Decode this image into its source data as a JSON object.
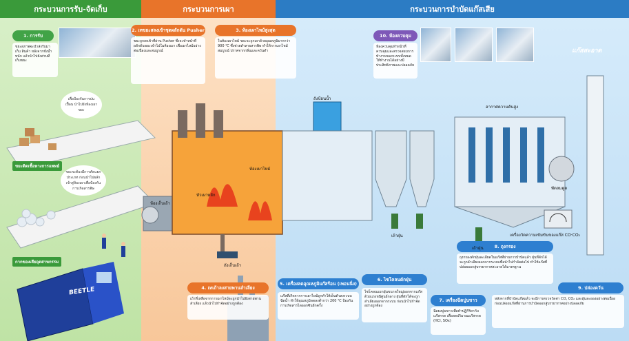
{
  "headers": {
    "collection": "กระบวนการรับ-จัดเก็บ",
    "burning": "กระบวนการเผา",
    "treatment": "กระบวนการบำบัดแก๊สเสีย"
  },
  "steps": [
    {
      "id": 1,
      "title": "1. การรับ",
      "text": "ขยะสภาพจะนำส่งรับมาเก็บ สินค้า หลังจากชั่งน้ำหนัก แล้วนำไปยังส่วนที่เก็บขยะ"
    },
    {
      "id": 2,
      "title": "2. เทขยะสลงเข้าชุดผลักดัน Pusher",
      "text": "ขยะถูกเทเข้าที่ผ่าน Pusher ซึ่งจะทำหน้าที่ผลักดันขยะเข้าไปในห้องเผา เพื่อเผาไหม้อย่างต่อเนื่องและสมบูรณ์"
    },
    {
      "id": 3,
      "title": "3. ห้องเผาไหม้สูงสุด",
      "text": "ในห้องเผาไหม้ ขยะจะถูกเผาด้วยอุณหภูมิมากกว่า 900 ℃ ซึ่งช่วยทำลายสารพิษ ทำให้การเผาไหม้สมบูรณ์ ปราศจากกลิ่นและควันดำ"
    },
    {
      "id": 4,
      "title": "4. เทเถ้าลงสายพานลำเลียง",
      "text": "เถ้าที่เหลือจากการเผาไหม้จะถูกนำไปยังสายพานลำเลียง แล้วนำไปกำจัดอย่างถูกต้อง"
    },
    {
      "id": 5,
      "title": "5. เครื่องลดอุณหภูมิแก๊สร้อน (เพอนนิ่ง)",
      "text": "แก๊สที่เกิดจากการเผาไหม้ถูกทำให้เย็นตัวลงระบบฉีดน้ำ ทำให้อุณหภูมิลดลงต่ำกว่า 200 ℃ ป้องกันการเกิดสารไดออกซินอีกครั้ง"
    },
    {
      "id": 6,
      "title": "6. ไซโคลนดักฝุ่น",
      "text": "ไซโคลนแยกฝุ่นขนาดใหญ่ออกจากแก๊สด้วยแรงหนีศูนย์กลาง ฝุ่นที่ดักได้จะถูกลำเลียงออกจากระบบ ก่อนนำไปกำจัดอย่างถูกต้อง"
    },
    {
      "id": 7,
      "title": "7. เครื่องฉีดปูนขาว",
      "text": "ฉีดผงปูนขาวเพื่อทำปฏิกิริยากับแก๊สกรด เพื่อลดปริมาณแก๊สกรด (HCl, SOx)"
    },
    {
      "id": 8,
      "title": "8. ถุงกรอง",
      "text": "ถุงกรองดักฝุ่นละเอียดในแก๊สที่ผ่านการบำบัดแล้ว ฝุ่นที่ดักได้จะถูกลำเลียงออกจากระบบเพื่อนำไปกำจัดต่อไป ทำให้แก๊สที่ปล่อยออกสู่บรรยากาศสะอาดได้มาตรฐาน"
    },
    {
      "id": 9,
      "title": "9. ปล่องควัน",
      "text": "หลังจากที่บำบัดแก๊สแล้ว จะมีการตรวจวัดค่า CO, CO₂ และฝุ่นละอองอย่างต่อเนื่อง ก่อนปล่อยแก๊สที่ผ่านการบำบัดออกสู่บรรยากาศอย่างปลอดภัย"
    },
    {
      "id": 10,
      "title": "10. ห้องควบคุม",
      "text": "ห้องควบคุมทำหน้าที่ควบคุมและตรวจสอบการทำงานของระบบทั้งหมด ให้ทำงานได้อย่างมีประสิทธิภาพและปลอดภัย"
    }
  ],
  "labels": {
    "medical_waste": "ขยะติดเชื้อทางการแพทย์",
    "industrial_waste": "กากของเสียอุตสาหกรรม",
    "cloud_note_1": "เพื่อป้องกันการปนเปื้อน นำไปยังห้องเผาขยะ",
    "cloud_note_2": "ขยะจะต้องมีการคัดแยกประเภท ก่อนนำไปผลักเข้าสู่ห้องเผาเพื่อป้องกันการเกิดสารพิษ",
    "water_tank": "ถังป้อนน้ำ",
    "combustion_chamber": "ห้องเผาไหม้",
    "burner": "หัวเผาหลัก",
    "ash_conveyor": "ห้องเก็บเถ้า",
    "ash_bin": "ถังเก็บเถ้า",
    "dust": "เถ้าฝุ่น",
    "dust_2": "เถ้าฝุ่น",
    "hot_air": "อากาศความดันสูง",
    "fan": "พัดลมดูด",
    "monitor": "เครื่องวัดความเข้มข้นของแก๊ส CO·CO₂",
    "clean_gas": "แก๊สสะอาด",
    "truck_brand": "BEETLE"
  },
  "colors": {
    "green": "#3a9a3a",
    "orange": "#e8742a",
    "blue": "#2c7cc4",
    "purple": "#7e58b8"
  }
}
